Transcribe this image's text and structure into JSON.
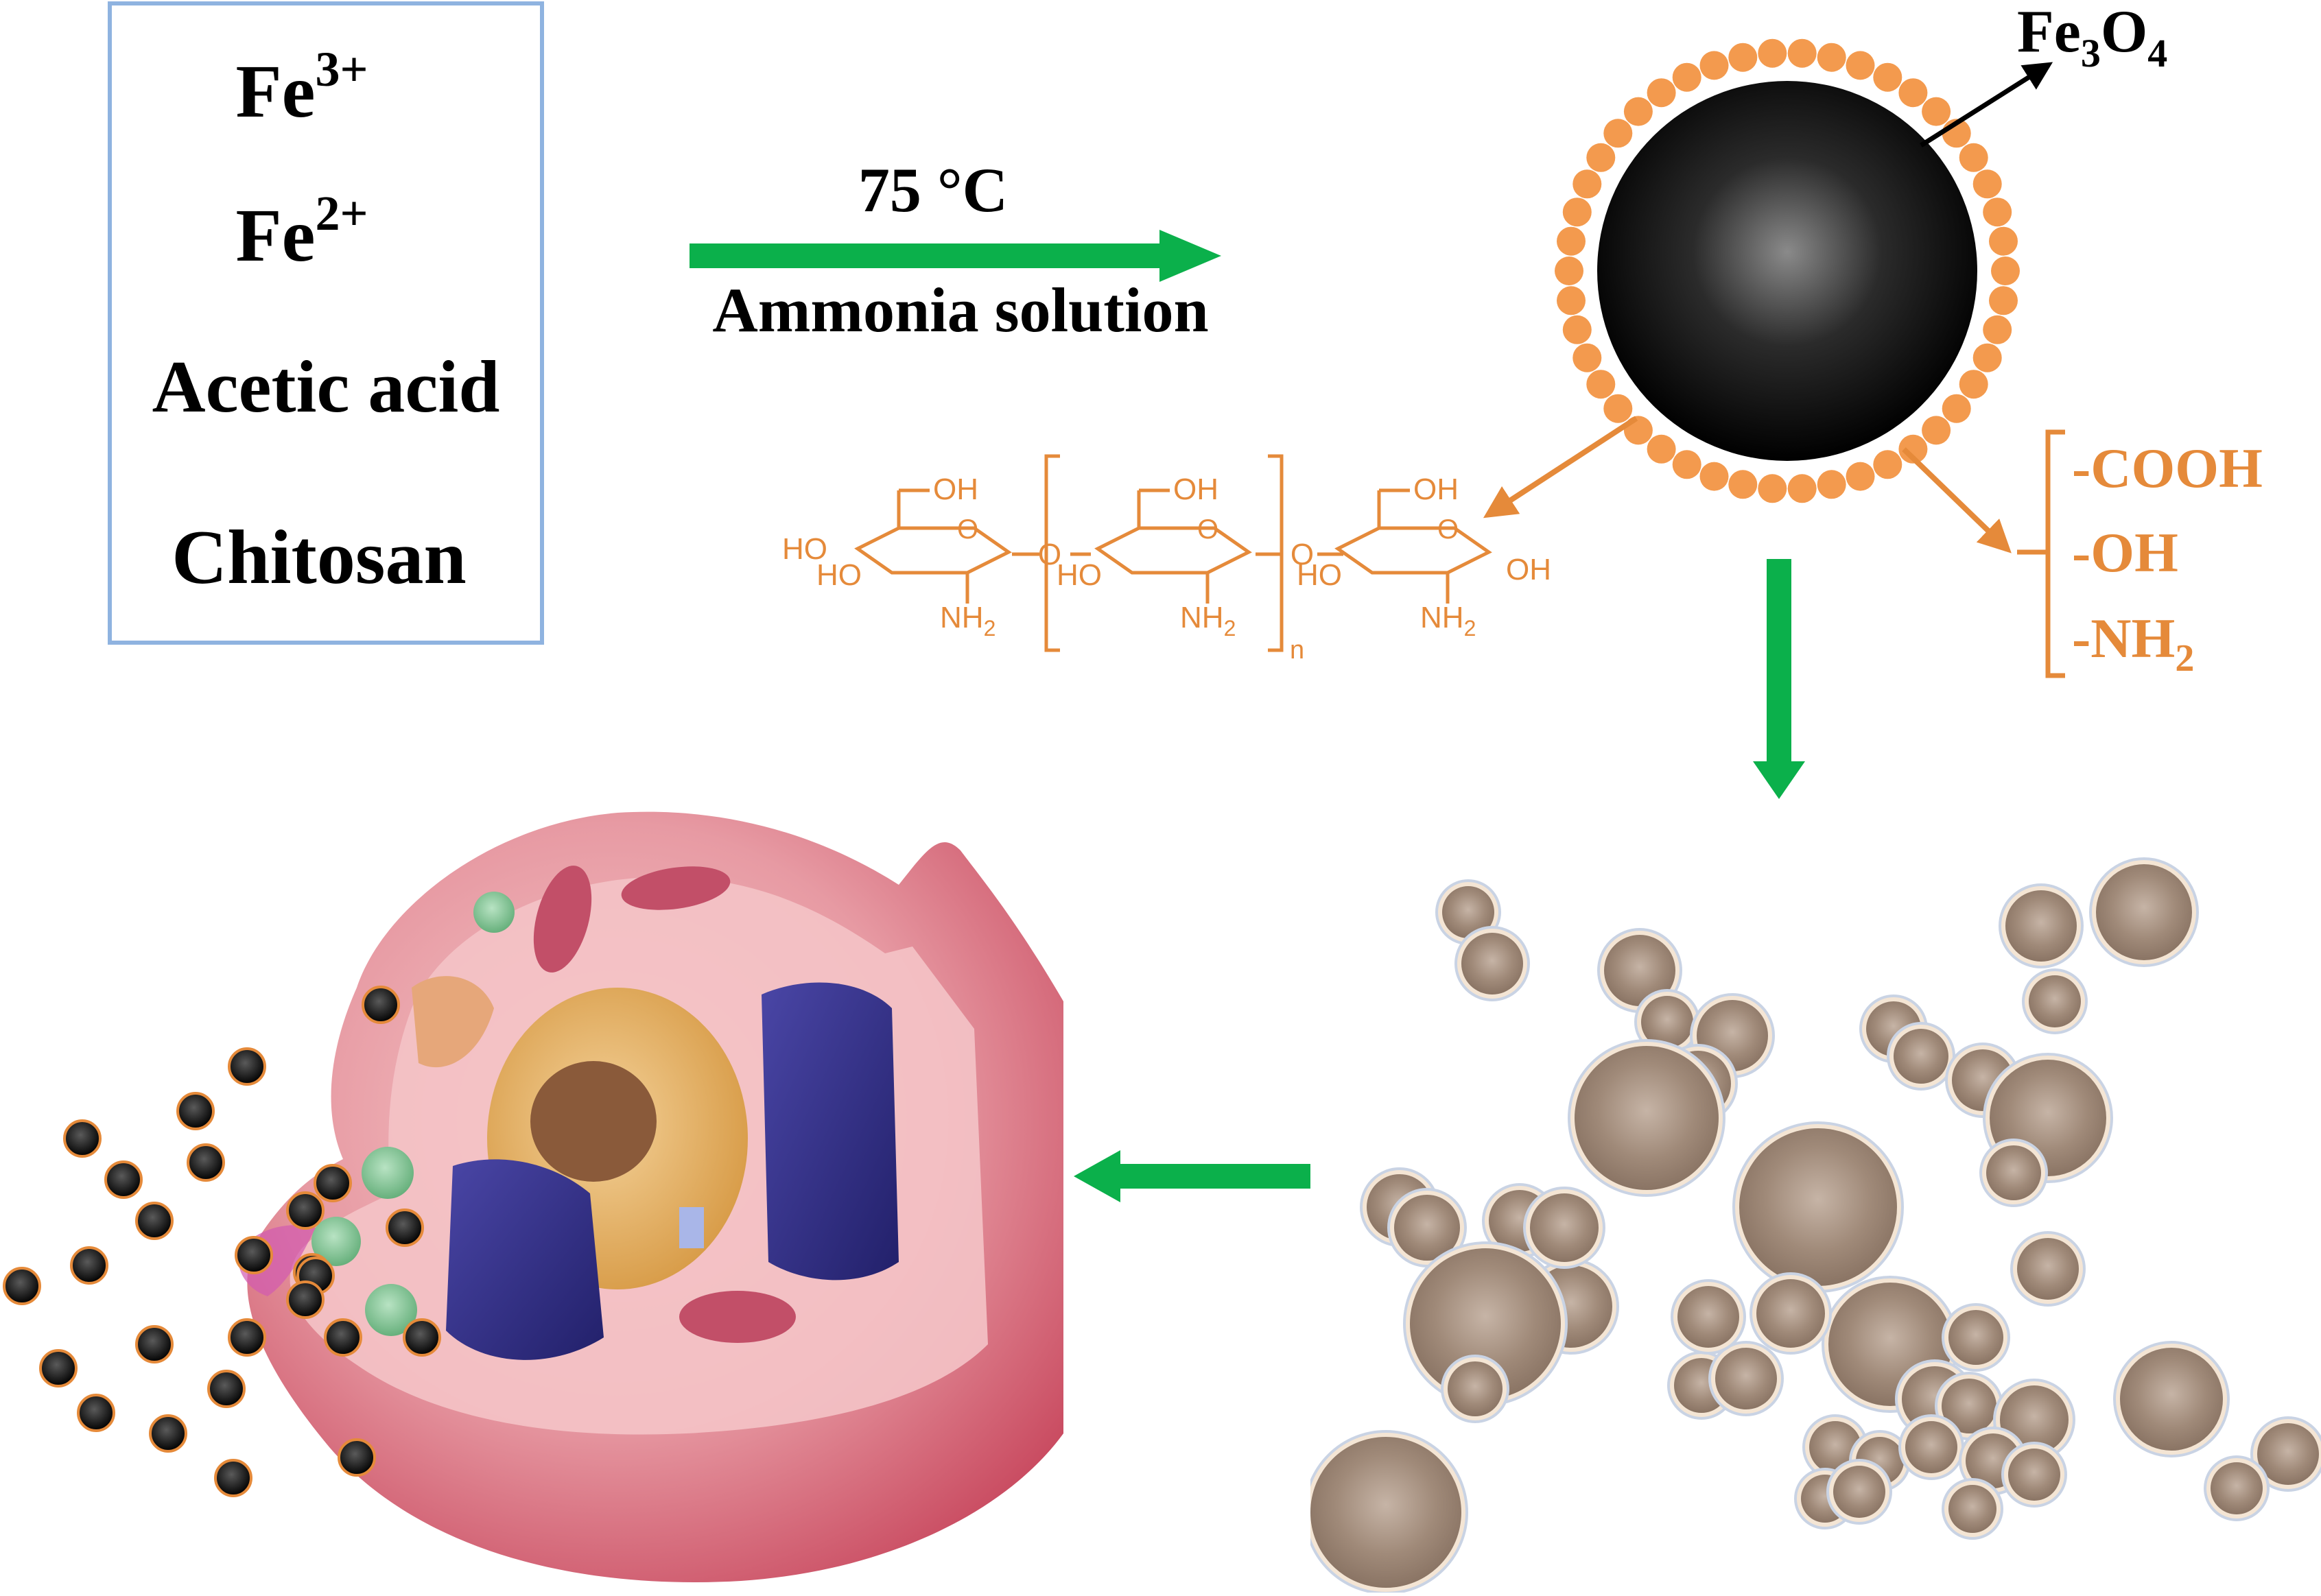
{
  "reagents": {
    "items": [
      {
        "base": "Fe",
        "sup": "3+"
      },
      {
        "base": "Fe",
        "sup": "2+"
      },
      {
        "base": "Acetic acid",
        "sup": ""
      },
      {
        "base": "Chitosan",
        "sup": ""
      }
    ]
  },
  "reaction": {
    "condition_top": "75 °C",
    "condition_bottom": "Ammonia solution"
  },
  "particle": {
    "label_base": "Fe",
    "label_sub1": "3",
    "label_mid": "O",
    "label_sub2": "4"
  },
  "groups": {
    "items": [
      {
        "base": "-COOH",
        "sub": ""
      },
      {
        "base": "-OH",
        "sub": ""
      },
      {
        "base": "-NH",
        "sub": "2"
      }
    ]
  },
  "chitosan_structure": {
    "oh_top": "OH",
    "ho_ring": "HO",
    "nh2_base": "NH",
    "nh2_sub": "2",
    "bridge_o": "O",
    "ring_o": "O",
    "end_oh": "OH",
    "repeat_n": "n"
  },
  "colors": {
    "arrow_green": "#0bb04b",
    "chitosan_orange": "#e58a3a",
    "box_border": "#8fb3e0",
    "particle_bead": "#f39a4e",
    "cell_body": "#c8485e",
    "nanoparticle_tan": "#a58f7e"
  }
}
